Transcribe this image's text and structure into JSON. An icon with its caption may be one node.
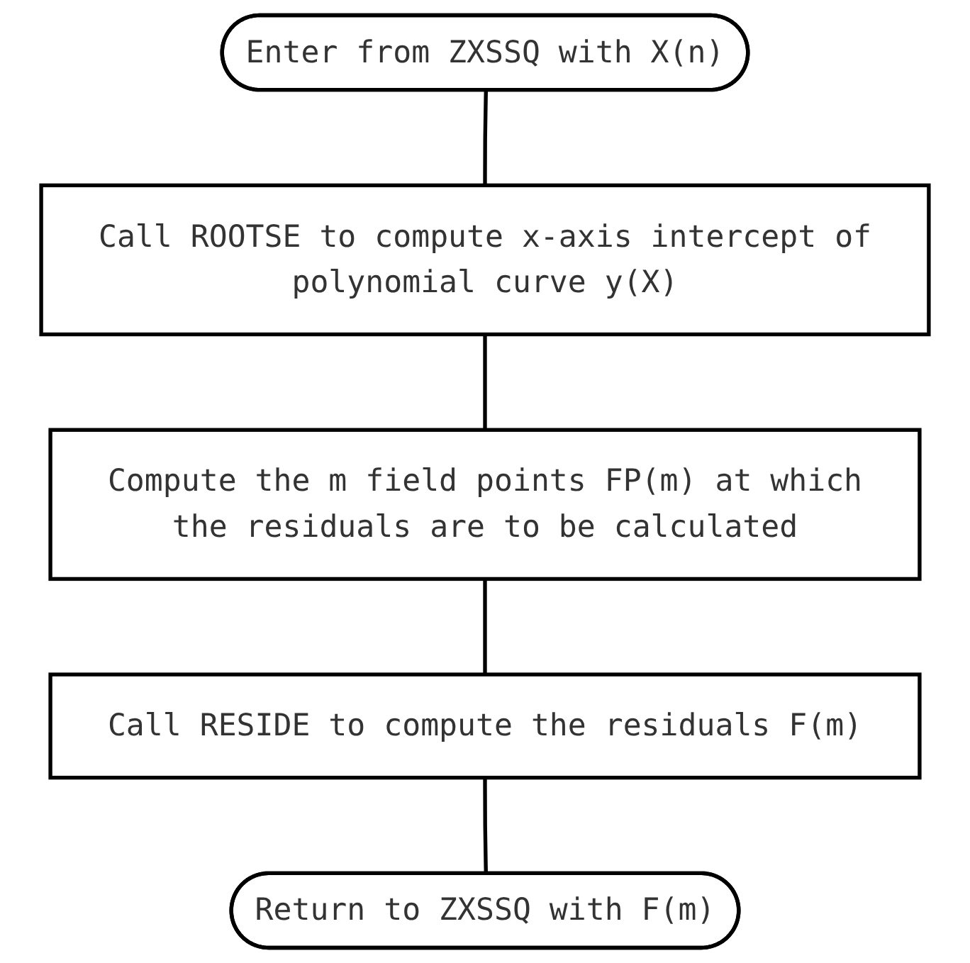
{
  "diagram": {
    "nodes": [
      {
        "text": [
          "Enter from ZXSSQ with X(n)"
        ]
      },
      {
        "text": [
          "Call ROOTSE to compute x-axis intercept of polynomial curve y(X)"
        ]
      },
      {
        "text": [
          "Compute the m field points FP(m) at which the residuals are to be calculated"
        ]
      },
      {
        "text": [
          "Call RESIDE to compute the residuals F(m)"
        ]
      },
      {
        "text": [
          "Return to ZXSSQ with F(m)"
        ]
      }
    ],
    "edges": [
      {
        "from": 0,
        "to": 1,
        "arrow": "none"
      },
      {
        "from": 1,
        "to": 2,
        "arrow": "none"
      },
      {
        "from": 2,
        "to": 3,
        "arrow": "none"
      },
      {
        "from": 3,
        "to": 4,
        "arrow": "none"
      }
    ]
  }
}
